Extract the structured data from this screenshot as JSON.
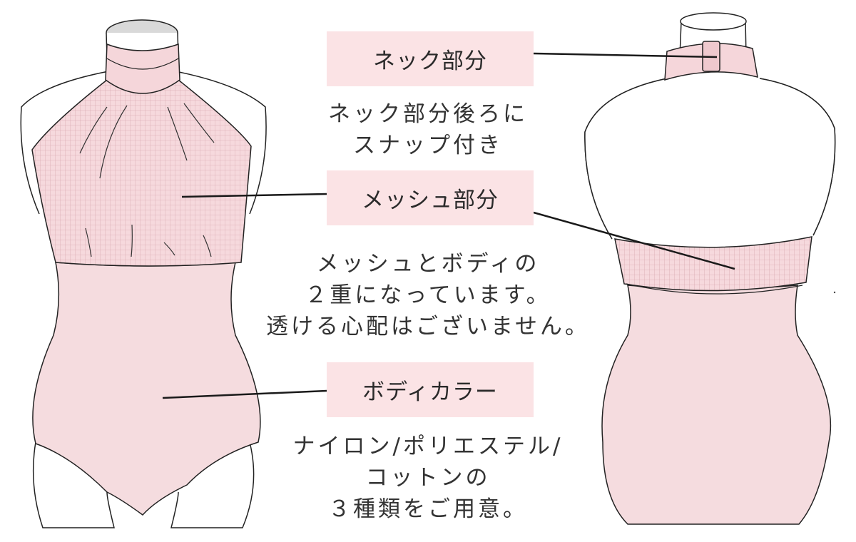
{
  "labels": {
    "neck": "ネック部分",
    "mesh": "メッシュ部分",
    "body": "ボディカラー"
  },
  "descriptions": {
    "neck": [
      "ネック部分後ろに",
      "スナップ付き"
    ],
    "mesh": [
      "メッシュとボディの",
      "２重になっています。",
      "透ける心配はございません。"
    ],
    "body": [
      "ナイロン/ポリエステル/",
      "コットンの",
      "３種類をご用意。"
    ]
  },
  "colors": {
    "garment_pink": "#f5dcdf",
    "mesh_pink": "#f3d3d8",
    "label_bg": "#fbe3e5",
    "line": "#1a1a1a"
  }
}
